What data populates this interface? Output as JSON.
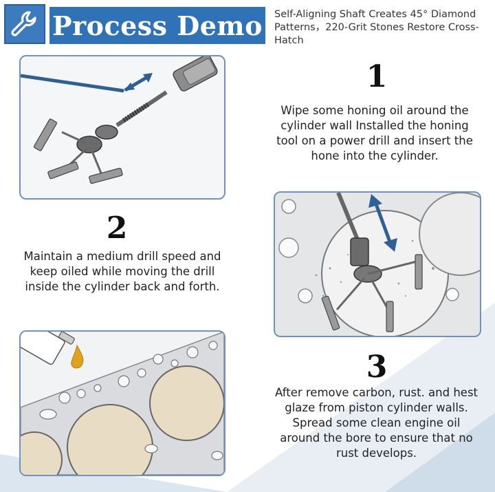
{
  "header": {
    "icon": "wrench-icon",
    "title": "Process Demo",
    "subtitle": "Self-Aligning Shaft Creates 45° Diamond Patterns，220-Grit Stones Restore Cross-Hatch"
  },
  "steps": [
    {
      "number": "1",
      "text": "Wipe some honing oil around the cylinder wall Installed the honing tool on a power drill and insert the hone into the cylinder."
    },
    {
      "number": "2",
      "text": "Maintain a medium drill speed and keep oiled while moving the drill inside the cylinder back and forth."
    },
    {
      "number": "3",
      "text": "After remove carbon, rust. and hest glaze from piston cylinder walls. Spread some clean engine oil around the bore to ensure that no rust develops."
    }
  ],
  "colors": {
    "brand_blue": "#2f72b8",
    "panel_border": "#6e93bd",
    "oil": "#e0a21e",
    "bore": "#e8dcc4"
  }
}
